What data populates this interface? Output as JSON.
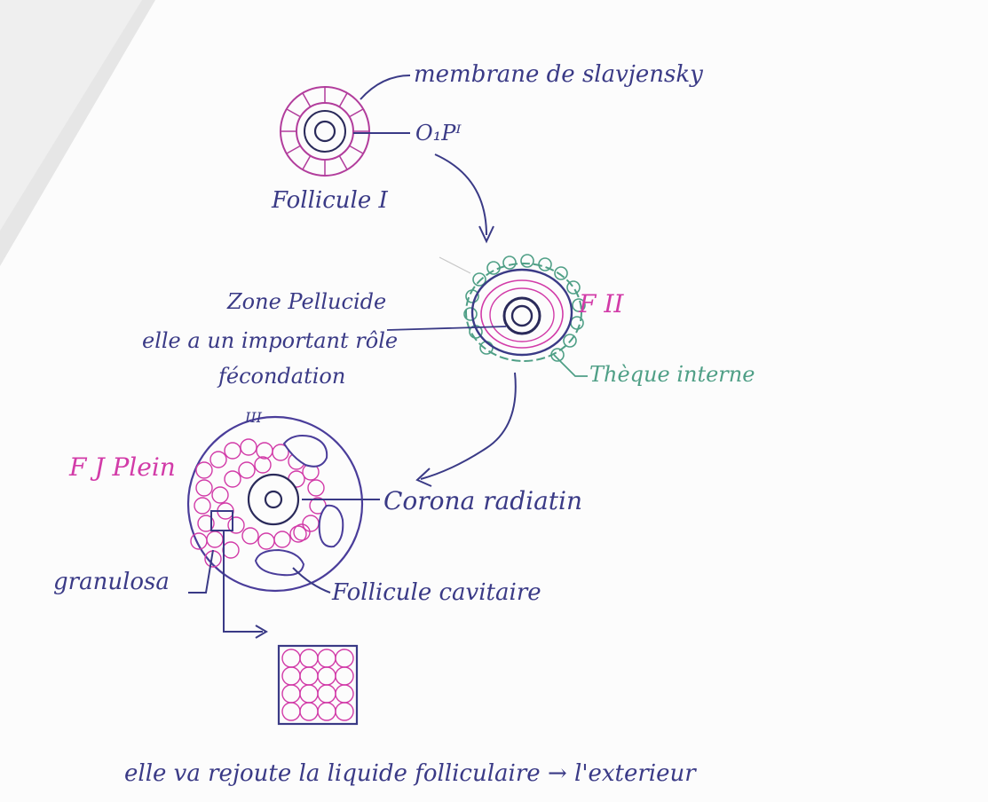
{
  "labels": {
    "membrane": "membrane de slavjensky",
    "op1": "O₁Pᴵ",
    "follicule1": "Follicule I",
    "zone_pellucide": "Zone Pellucide",
    "role_line1": "elle a un important rôle",
    "role_line2": "fécondation",
    "f2": "F II",
    "theque": "Thèque interne",
    "f_plein": "F J Plein",
    "iii": "III",
    "corona": "Corona radiatin",
    "granulosa": "granulosa",
    "cavitaire": "Follicule cavitaire",
    "bottom_note": "elle va rejoute la liquide folliculaire → l'exterieur"
  },
  "colors": {
    "ink_blue": "#3a3a86",
    "ink_magenta": "#d23ba8",
    "ink_green": "#4f9f86",
    "ink_purple": "#6a3c9c",
    "paper_shadow": "#e8e8e8"
  }
}
